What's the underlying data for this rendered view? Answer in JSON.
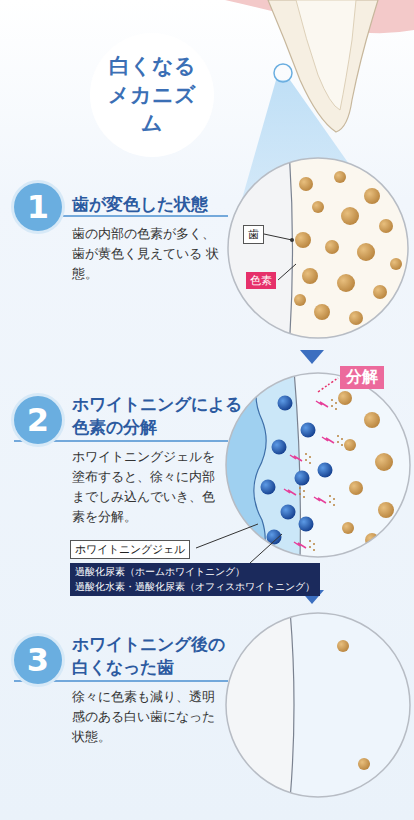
{
  "diagram": {
    "title": "白くなる メカニズム",
    "nodes": [
      {
        "text": [
          "1"
        ]
      },
      {
        "text": [
          "歯"
        ]
      },
      {
        "text": [
          "色素"
        ]
      },
      {
        "text": [
          "2"
        ]
      },
      {
        "text": [
          "分解"
        ]
      },
      {
        "text": [
          "ホワイトニングジェル"
        ]
      },
      {
        "text": [
          "過酸化尿素（ホームホワイトニング）",
          "過酸化水素・過酸化尿素（オフィスホワイトニング）"
        ]
      },
      {
        "text": [
          "3"
        ]
      }
    ],
    "labels": [
      "歯が変色した状態",
      "歯の内部の色素が多く、 歯が黄色く見えている 状態。",
      "ホワイトニングによる 色素の分解",
      "ホワイトニングジェルを 塗布すると、徐々に内部 までしみ込んでいき、色 素を分解。",
      "ホワイトニング後の 白くなった歯",
      "徐々に色素も減り、透明 感のある白い歯になった 状態。"
    ]
  }
}
